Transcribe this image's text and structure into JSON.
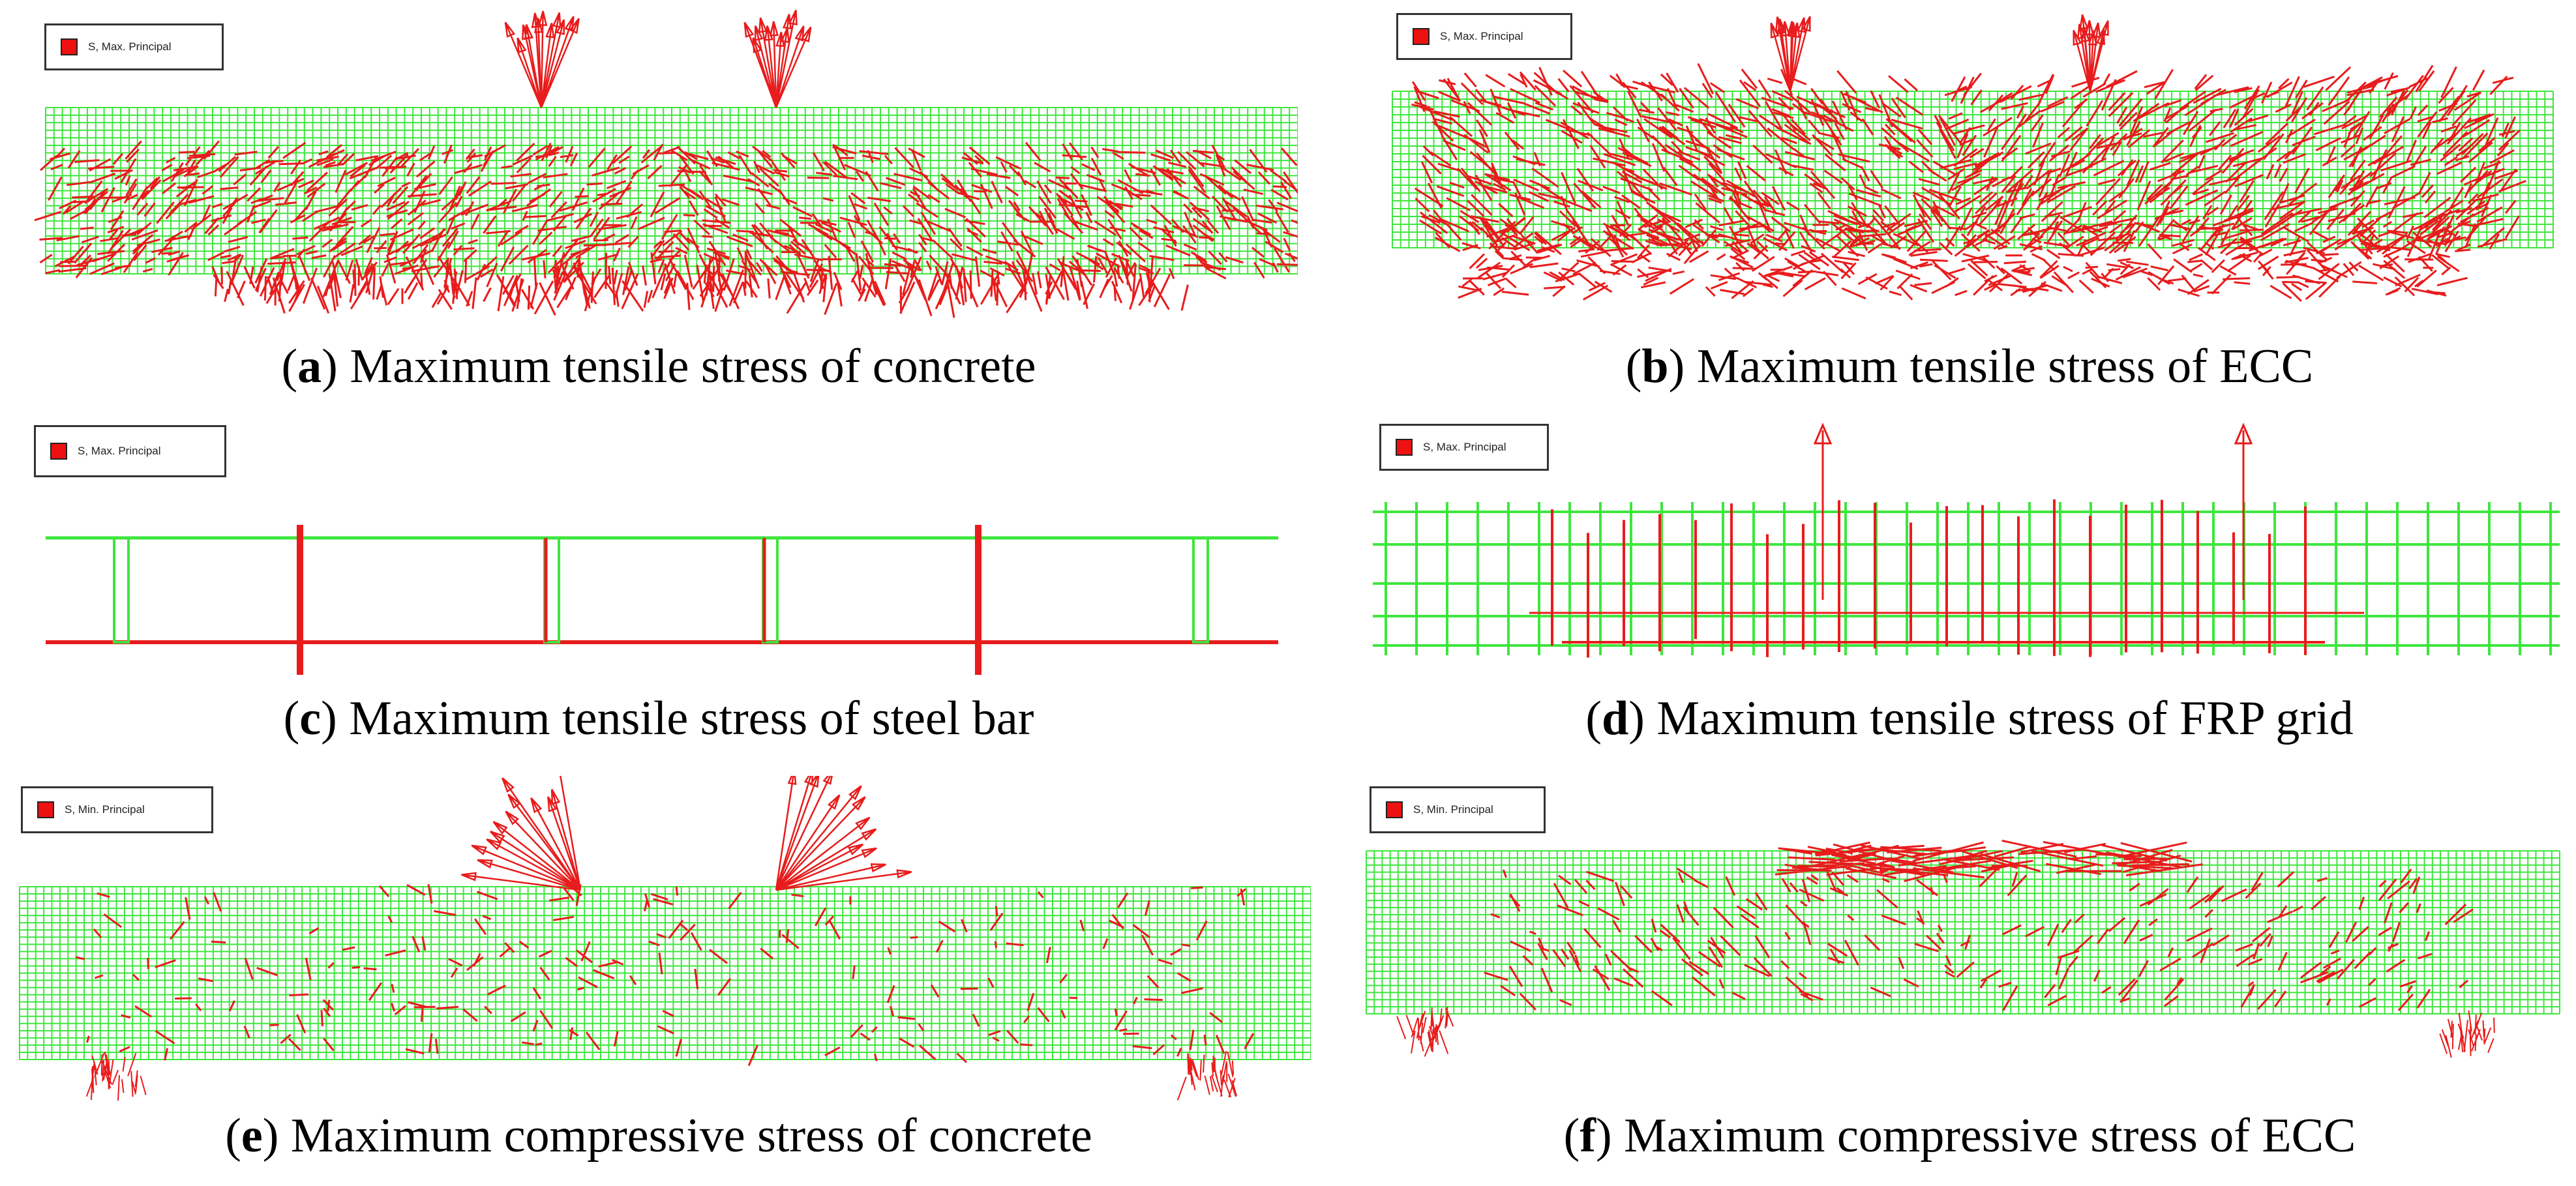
{
  "colors": {
    "mesh": "#3ee63e",
    "vector": "#e81c1c",
    "legend_swatch": "#ee1111"
  },
  "panels": [
    {
      "id": "a",
      "legend": "S, Max. Principal",
      "caption_letter": "a",
      "caption_text": " Maximum tensile stress of concrete"
    },
    {
      "id": "b",
      "legend": "S, Max. Principal",
      "caption_letter": "b",
      "caption_text": " Maximum tensile stress of ECC"
    },
    {
      "id": "c",
      "legend": "S, Max. Principal",
      "caption_letter": "c",
      "caption_text": " Maximum tensile stress of steel bar"
    },
    {
      "id": "d",
      "legend": "S, Max. Principal",
      "caption_letter": "d",
      "caption_text": " Maximum tensile stress of FRP grid"
    },
    {
      "id": "e",
      "legend": "S, Min. Principal",
      "caption_letter": "e",
      "caption_text": " Maximum compressive stress of concrete"
    },
    {
      "id": "f",
      "legend": "S, Min. Principal",
      "caption_letter": "f",
      "caption_text": " Maximum compressive stress of ECC"
    }
  ]
}
